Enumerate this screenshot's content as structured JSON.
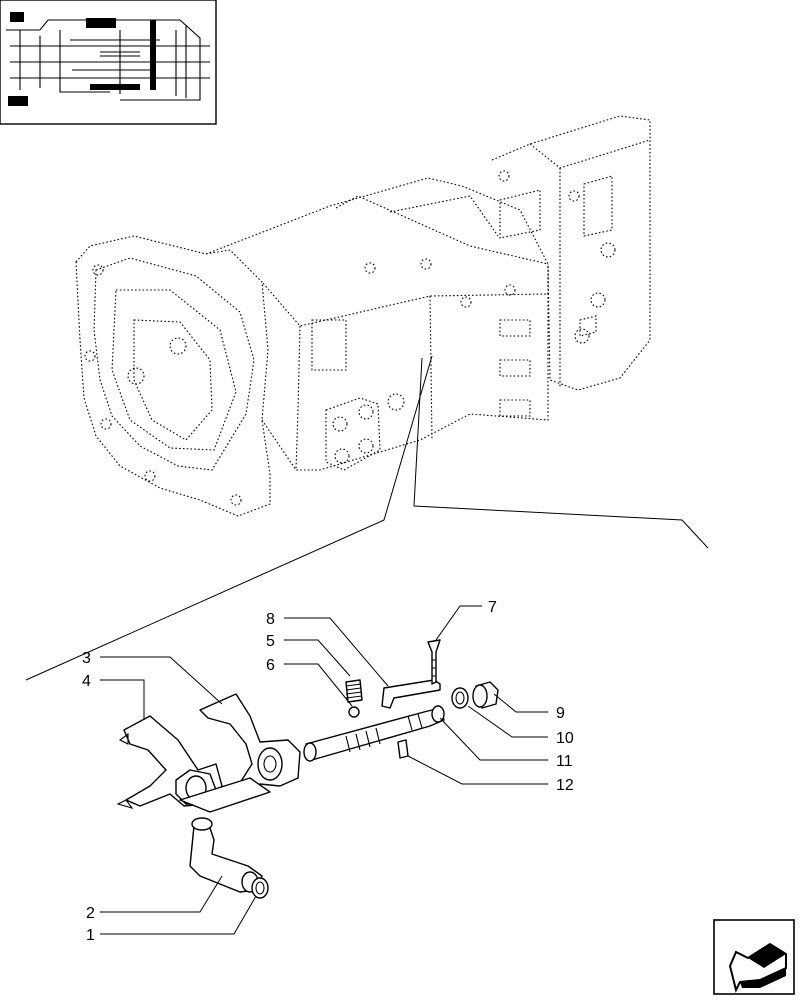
{
  "callouts": [
    {
      "id": "1",
      "text": "1"
    },
    {
      "id": "2",
      "text": "2"
    },
    {
      "id": "3",
      "text": "3"
    },
    {
      "id": "4",
      "text": "4"
    },
    {
      "id": "5",
      "text": "5"
    },
    {
      "id": "6",
      "text": "6"
    },
    {
      "id": "7",
      "text": "7"
    },
    {
      "id": "8",
      "text": "8"
    },
    {
      "id": "9",
      "text": "9"
    },
    {
      "id": "10",
      "text": "10"
    },
    {
      "id": "11",
      "text": "11"
    },
    {
      "id": "12",
      "text": "12"
    }
  ],
  "icons": {
    "thumbnail": "transmission-section-thumbnail",
    "navigation": "prev-page-arrow-icon"
  }
}
